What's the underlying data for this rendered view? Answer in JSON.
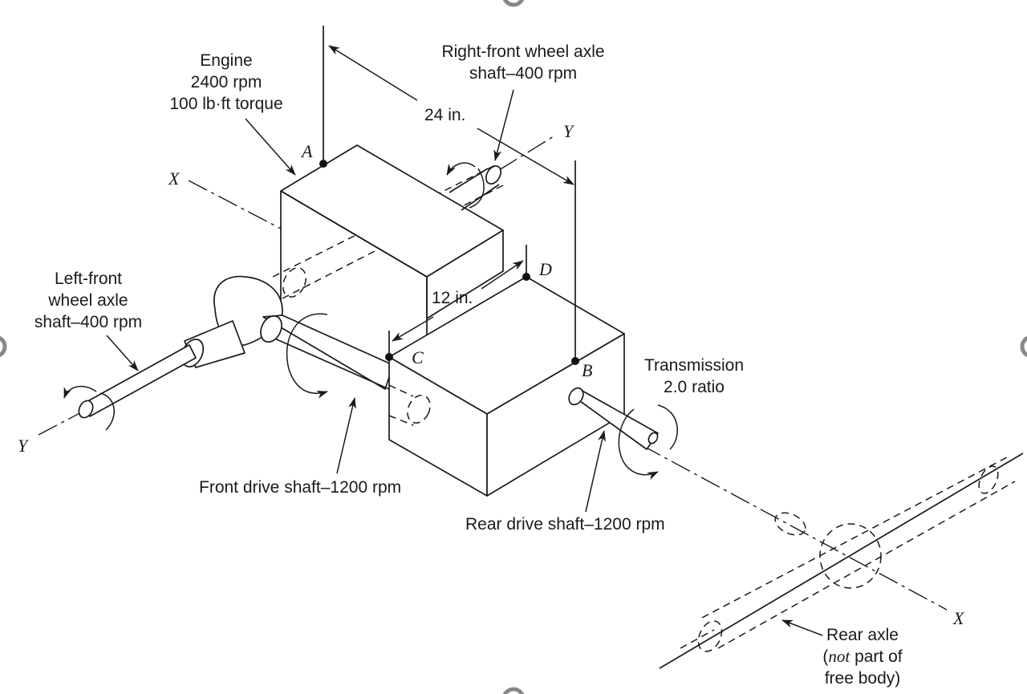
{
  "labels": {
    "engine": [
      "Engine",
      "2400 rpm",
      "100 lb·ft torque"
    ],
    "right_front": [
      "Right-front wheel axle",
      "shaft–400 rpm"
    ],
    "left_front": [
      "Left-front",
      "wheel axle",
      "shaft–400 rpm"
    ],
    "dim_24": "24 in.",
    "dim_12": "12 in.",
    "transmission": [
      "Transmission",
      "2.0 ratio"
    ],
    "front_drive": "Front drive shaft–1200 rpm",
    "rear_drive": "Rear drive shaft–1200 rpm",
    "rear_axle": [
      "Rear axle",
      "(",
      "not",
      " part of",
      "free body)"
    ]
  },
  "points": {
    "a": "A",
    "b": "B",
    "c": "C",
    "d": "D"
  },
  "axes": {
    "x1": "X",
    "x2": "X",
    "y1": "Y",
    "y2": "Y"
  }
}
